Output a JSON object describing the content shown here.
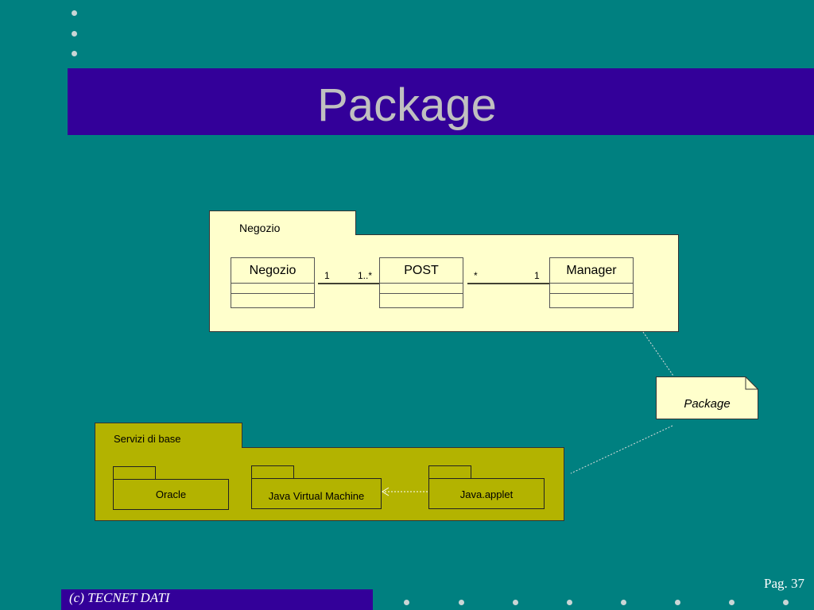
{
  "slide": {
    "title": "Package",
    "footer": "(c)  TECNET DATI",
    "page": "Pag. 37"
  },
  "colors": {
    "background": "#008080",
    "title_bar": "#330099",
    "package_light": "#ffffcc",
    "package_olive": "#b3b300"
  },
  "diagram": {
    "top_package": {
      "name": "Negozio",
      "classes": [
        "Negozio",
        "POST",
        "Manager"
      ],
      "associations": [
        {
          "from": "Negozio",
          "to": "POST",
          "from_mult": "1",
          "to_mult": "1..*"
        },
        {
          "from": "POST",
          "to": "Manager",
          "from_mult": "*",
          "to_mult": "1"
        }
      ]
    },
    "bottom_package": {
      "name": "Servizi di base",
      "subpackages": [
        "Oracle",
        "Java Virtual Machine",
        "Java.applet"
      ],
      "dependency": {
        "from": "Java.applet",
        "to": "Java Virtual Machine"
      }
    },
    "note": "Package"
  }
}
